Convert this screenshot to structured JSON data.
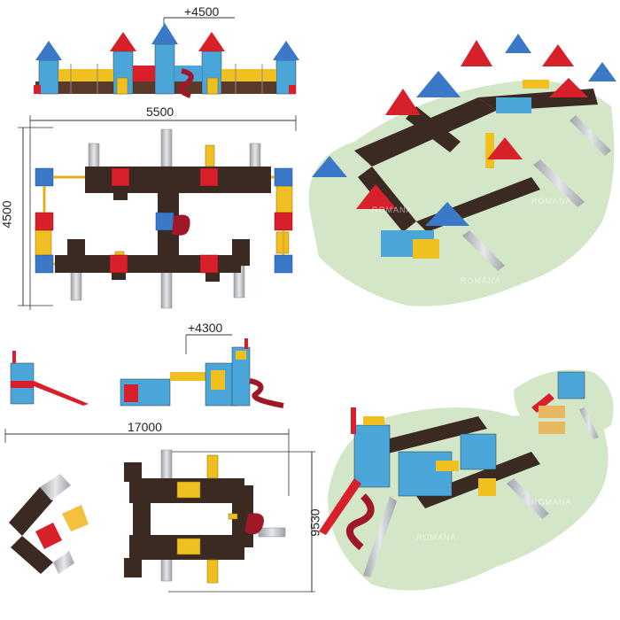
{
  "dimensions": {
    "top_height": "+4500",
    "top_width": "5500",
    "top_depth": "4500",
    "bottom_height": "+4300",
    "bottom_width": "17000",
    "bottom_depth": "9530"
  },
  "watermark": "ROMANA",
  "colors": {
    "roof_red": "#d8202a",
    "roof_blue": "#3a78c8",
    "deck_brown": "#3a2a22",
    "ladder_yellow": "#f0c020",
    "slide_grey": "#b9bcc0",
    "spiral_red": "#a01828",
    "ground_green": "#d3e7c8",
    "panel_blue": "#4aa6d8"
  },
  "icons": [
    "playground-elevation-icon",
    "playground-plan-icon",
    "playground-3d-render-icon"
  ]
}
